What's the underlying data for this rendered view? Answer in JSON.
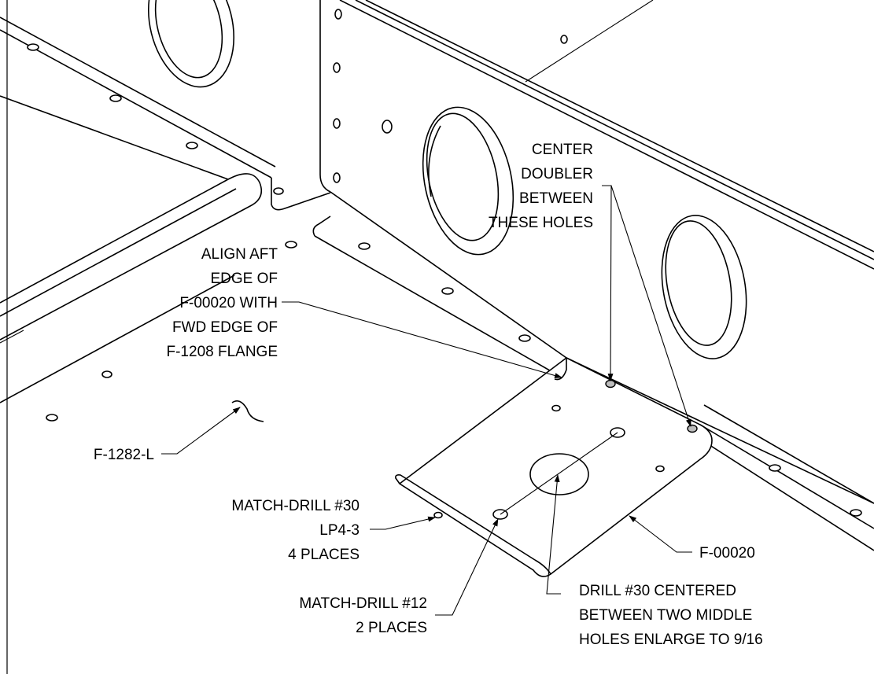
{
  "callouts": {
    "center_doubler": [
      "CENTER",
      "DOUBLER",
      "BETWEEN",
      "THESE HOLES"
    ],
    "align_aft": [
      "ALIGN AFT",
      "EDGE OF",
      "F-00020 WITH",
      "FWD EDGE OF",
      "F-1208 FLANGE"
    ],
    "part_f1282": "F-1282-L",
    "match_drill_30": [
      "MATCH-DRILL #30",
      "LP4-3",
      "4 PLACES"
    ],
    "part_f00020": "F-00020",
    "match_drill_12": [
      "MATCH-DRILL #12",
      "2 PLACES"
    ],
    "drill_30_centered": [
      "DRILL #30 CENTERED",
      "BETWEEN TWO MIDDLE",
      "HOLES ENLARGE TO 9/16"
    ]
  },
  "colors": {
    "line": "#000000",
    "background": "#ffffff",
    "highlight_hole": "#bdbdbd"
  }
}
